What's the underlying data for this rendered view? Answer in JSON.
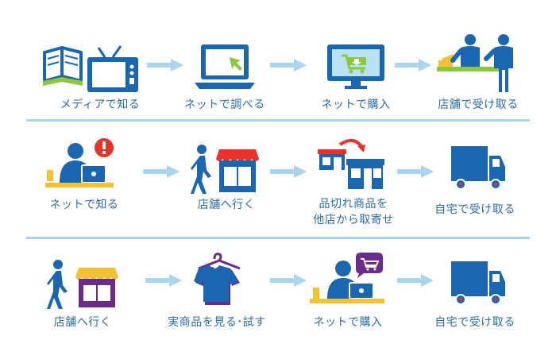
{
  "colors": {
    "primary_blue": "#1a66b0",
    "label_blue": "#2a6cae",
    "arrow_blue": "#a9d6ec",
    "divider_blue": "#a9d6ec",
    "screen_blue": "#b9e3f3",
    "green": "#8dc63f",
    "red": "#e8332a",
    "yellow": "#f2c232",
    "purple": "#6a2c8a",
    "shelf_yellow": "#f2d23a"
  },
  "rows": [
    {
      "steps": [
        {
          "icon": "book-and-tv-icon",
          "label": "メディアで知る"
        },
        {
          "icon": "laptop-cursor-icon",
          "label": "ネットで調べる"
        },
        {
          "icon": "monitor-cart-icon",
          "label": "ネットで購入"
        },
        {
          "icon": "store-counter-icon",
          "label": "店舗で受け取る"
        }
      ]
    },
    {
      "steps": [
        {
          "icon": "person-laptop-alert-icon",
          "label": "ネットで知る"
        },
        {
          "icon": "walk-to-store-icon",
          "label": "店舗へ行く"
        },
        {
          "icon": "store-transfer-icon",
          "label_line1": "品切れ商品を",
          "label_line2": "他店から取寄せ"
        },
        {
          "icon": "delivery-truck-icon",
          "label": "自宅で受け取る"
        }
      ]
    },
    {
      "steps": [
        {
          "icon": "walk-to-store-icon",
          "label": "店舗へ行く"
        },
        {
          "icon": "shirt-hanger-icon",
          "label": "実商品を見る･試す"
        },
        {
          "icon": "person-laptop-cart-icon",
          "label": "ネットで購入"
        },
        {
          "icon": "delivery-truck-icon",
          "label": "自宅で受け取る"
        }
      ]
    }
  ]
}
